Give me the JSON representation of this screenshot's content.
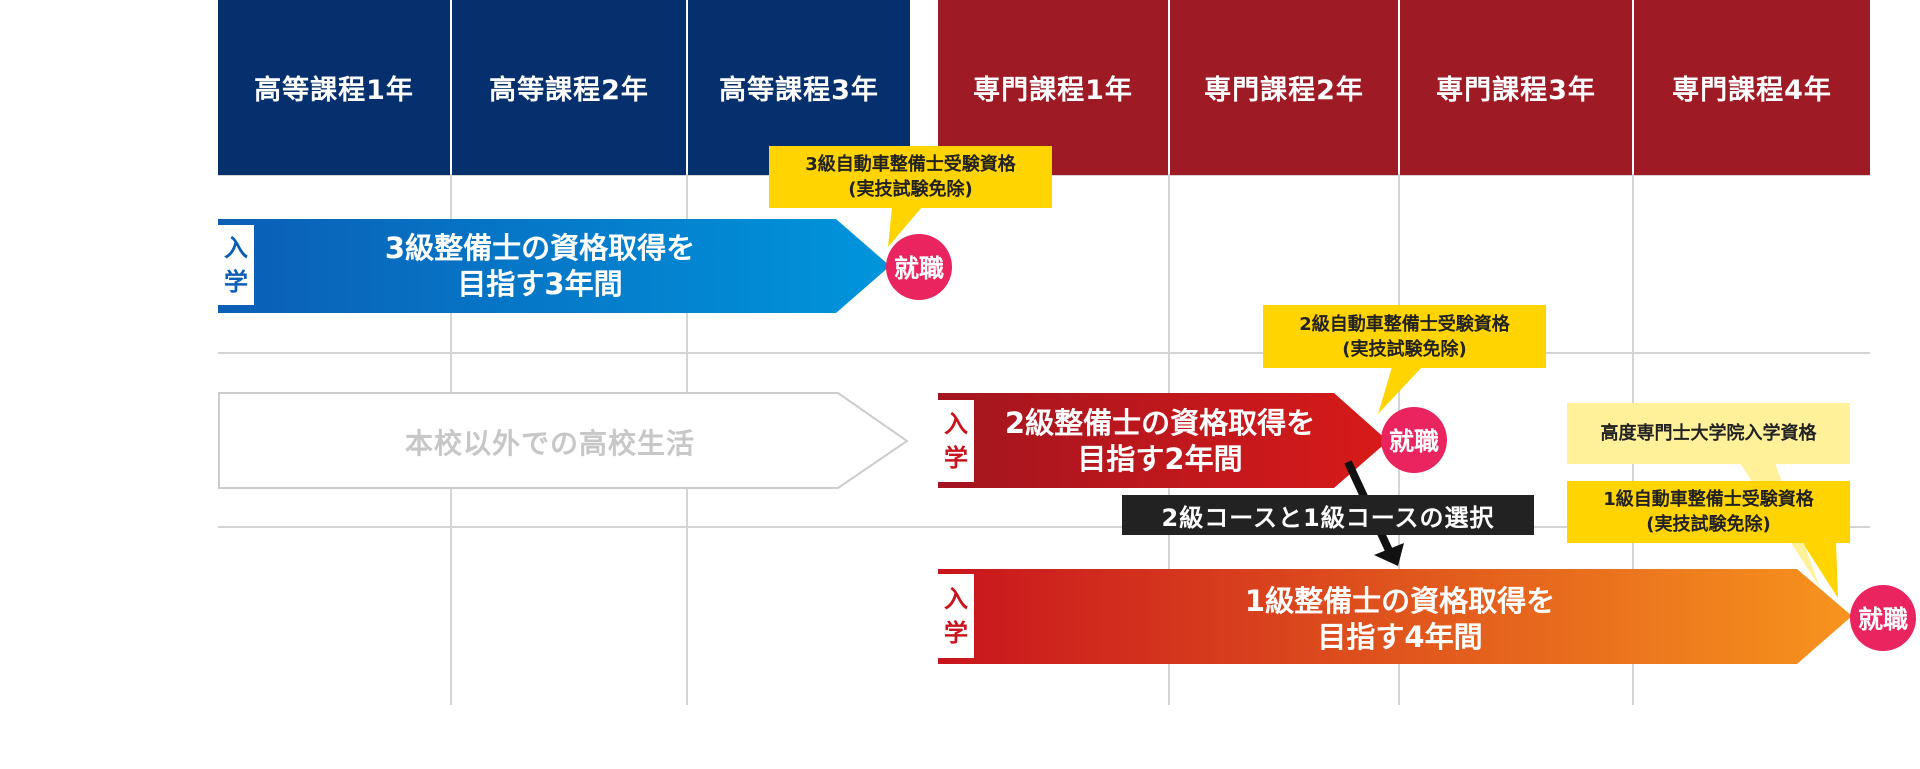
{
  "headers": {
    "high_school": [
      "高等課程1年",
      "高等課程2年",
      "高等課程3年"
    ],
    "specialized": [
      "専門課程1年",
      "専門課程2年",
      "専門課程3年",
      "専門課程4年"
    ]
  },
  "enter_label": [
    "入",
    "学"
  ],
  "paths": {
    "grade3": {
      "line1": "3級整備士の資格取得を",
      "line2": "目指す3年間",
      "job": "就職",
      "note_line1": "3級自動車整備士受験資格",
      "note_line2": "(実技試験免除)"
    },
    "outside": {
      "label": "本校以外での高校生活"
    },
    "grade2": {
      "line1": "2級整備士の資格取得を",
      "line2": "目指す2年間",
      "job": "就職",
      "note_line1": "2級自動車整備士受験資格",
      "note_line2": "(実技試験免除)"
    },
    "selection": {
      "label": "2級コースと1級コースの選択"
    },
    "grade1": {
      "line1": "1級整備士の資格取得を",
      "line2": "目指す4年間",
      "job": "就職",
      "note_line1": "1級自動車整備士受験資格",
      "note_line2": "(実技試験免除)",
      "note_grad": "高度専門士大学院入学資格"
    }
  },
  "colors": {
    "high_school_header": "#05306d",
    "specialized_header": "#9e1a25",
    "grade3_arrow": [
      "#0b5eb5",
      "#0095dc"
    ],
    "grade2_arrow": [
      "#a3151f",
      "#d81a1a"
    ],
    "grade1_arrow": [
      "#c8141d",
      "#f7941d"
    ],
    "job_circle": "#e9245e",
    "note": "#ffd400"
  }
}
